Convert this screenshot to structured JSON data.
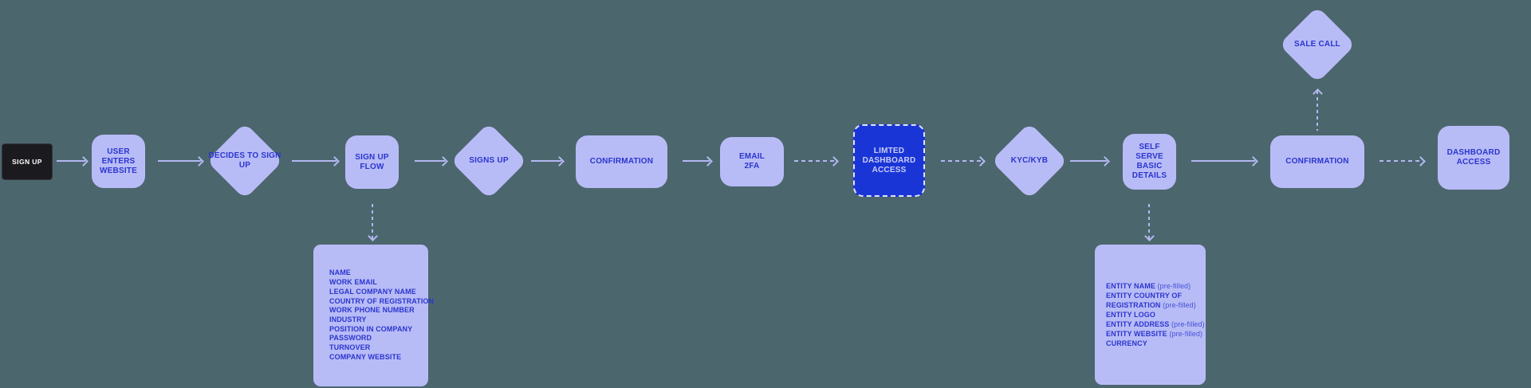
{
  "flow": {
    "start": {
      "label": "SIGN UP"
    },
    "user_enters_website": {
      "label": "USER ENTERS WEBSITE"
    },
    "decides_to_sign_up": {
      "label": "DECIDES TO SIGN UP"
    },
    "sign_up_flow": {
      "label": "SIGN UP FLOW"
    },
    "signs_up": {
      "label": "SIGNS UP"
    },
    "confirmation_1": {
      "label": "CONFIRMATION"
    },
    "email_2fa": {
      "label": "EMAIL 2FA"
    },
    "limited_dashboard_access": {
      "label": "LIMTED DASHBOARD ACCESS"
    },
    "kyc_kyb": {
      "label": "KYC/KYB"
    },
    "self_serve_basic_details": {
      "label": "SELF SERVE BASIC DETAILS"
    },
    "confirmation_2": {
      "label": "CONFIRMATION"
    },
    "sale_call": {
      "label": "SALE CALL"
    },
    "dashboard_access": {
      "label": "DASHBOARD ACCESS"
    }
  },
  "signup_fields": {
    "lines": [
      "NAME",
      "WORK EMAIL",
      "LEGAL COMPANY NAME",
      "COUNTRY OF REGISTRATION",
      "WORK PHONE NUMBER",
      "INDUSTRY",
      "POSITION IN COMPANY",
      "PASSWORD",
      "TURNOVER",
      "COMPANY WEBSITE"
    ]
  },
  "entity_fields": {
    "lines": [
      {
        "label": "ENTITY NAME",
        "suffix": " (pre-filled)"
      },
      {
        "label": "ENTITY COUNTRY OF",
        "suffix": ""
      },
      {
        "label": "REGISTRATION",
        "suffix": " (pre-filled)"
      },
      {
        "label": "ENTITY LOGO",
        "suffix": ""
      },
      {
        "label": "ENTITY ADDRESS",
        "suffix": " (pre-filled)"
      },
      {
        "label": "ENTITY WEBSITE",
        "suffix": " (pre-filled)"
      },
      {
        "label": "CURRENCY",
        "suffix": ""
      }
    ]
  },
  "colors": {
    "background": "#4c666e",
    "node_fill": "#b8bcf6",
    "node_text": "#2b35cf",
    "arrow": "#b3b8f2",
    "highlight_fill": "#1a35d6",
    "highlight_border": "#dfe3fb",
    "highlight_text": "#c9cef5",
    "start_fill": "#1b1b1f",
    "start_text": "#ffffff",
    "prefilled_text": "#4450d8"
  }
}
